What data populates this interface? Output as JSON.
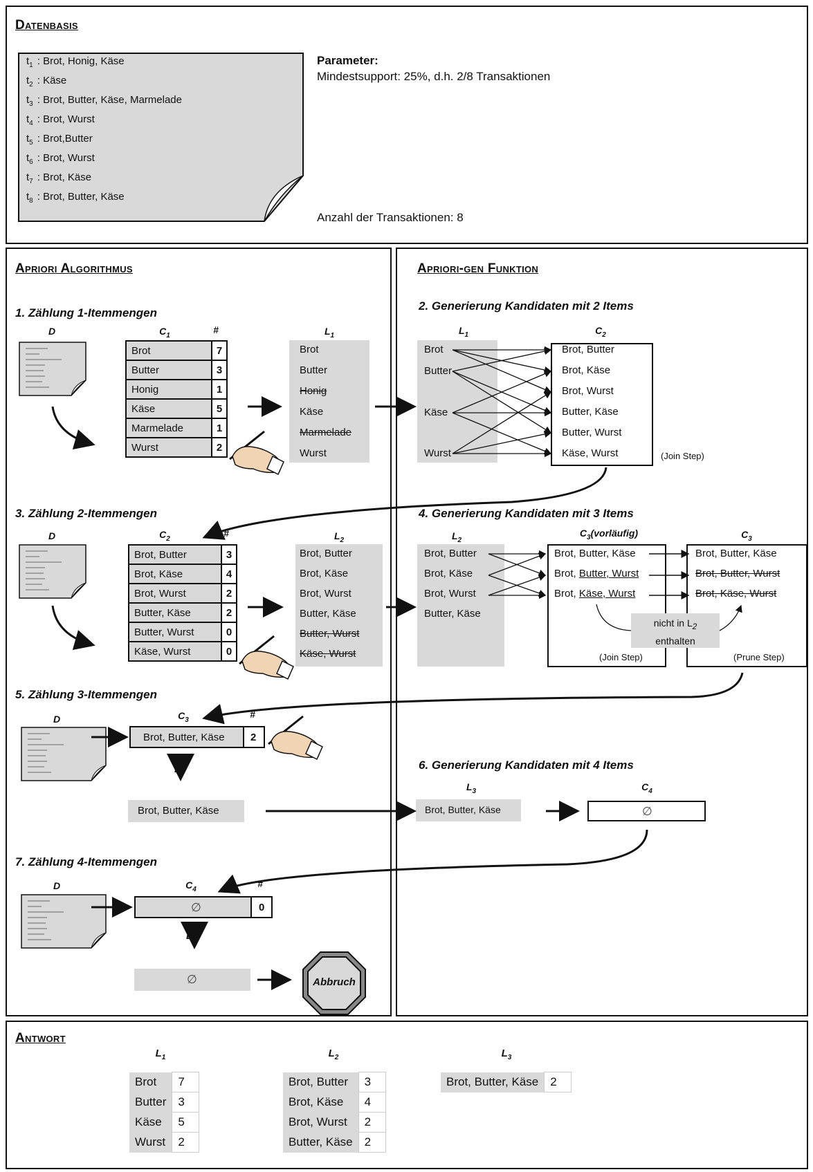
{
  "datenbasis": {
    "title": "Datenbasis",
    "transactions": [
      {
        "id": "t1",
        "items": ": Brot, Honig, Käse"
      },
      {
        "id": "t2",
        "items": ": Käse"
      },
      {
        "id": "t3",
        "items": ": Brot, Butter, Käse, Marmelade"
      },
      {
        "id": "t4",
        "items": ": Brot, Wurst"
      },
      {
        "id": "t5",
        "items": ": Brot,Butter"
      },
      {
        "id": "t6",
        "items": ": Brot, Wurst"
      },
      {
        "id": "t7",
        "items": ": Brot, Käse"
      },
      {
        "id": "t8",
        "items": ": Brot, Butter, Käse"
      }
    ],
    "parameter_label": "Parameter:",
    "min_support": "Mindestsupport: 25%, d.h. 2/8 Transaktionen",
    "count_text": "Anzahl der Transaktionen: 8"
  },
  "apriori": {
    "title": "Apriori Algorithmus",
    "step1": "1. Zählung 1-Itemmengen",
    "step3": "3. Zählung 2-Itemmengen",
    "step5": "5. Zählung 3-Itemmengen",
    "step7": "7. Zählung 4-Itemmengen",
    "D": "D",
    "hash": "#",
    "C1": [
      {
        "name": "Brot",
        "count": "7"
      },
      {
        "name": "Butter",
        "count": "3"
      },
      {
        "name": "Honig",
        "count": "1"
      },
      {
        "name": "Käse",
        "count": "5"
      },
      {
        "name": "Marmelade",
        "count": "1"
      },
      {
        "name": "Wurst",
        "count": "2"
      }
    ],
    "L1": [
      {
        "name": "Brot",
        "pruned": false
      },
      {
        "name": "Butter",
        "pruned": false
      },
      {
        "name": "Honig",
        "pruned": true
      },
      {
        "name": "Käse",
        "pruned": false
      },
      {
        "name": "Marmelade",
        "pruned": true
      },
      {
        "name": "Wurst",
        "pruned": false
      }
    ],
    "C2": [
      {
        "name": "Brot, Butter",
        "count": "3"
      },
      {
        "name": "Brot, Käse",
        "count": "4"
      },
      {
        "name": "Brot, Wurst",
        "count": "2"
      },
      {
        "name": "Butter, Käse",
        "count": "2"
      },
      {
        "name": "Butter, Wurst",
        "count": "0"
      },
      {
        "name": "Käse, Wurst",
        "count": "0"
      }
    ],
    "L2": [
      {
        "name": "Brot, Butter",
        "pruned": false
      },
      {
        "name": "Brot, Käse",
        "pruned": false
      },
      {
        "name": "Brot, Wurst",
        "pruned": false
      },
      {
        "name": "Butter, Käse",
        "pruned": false
      },
      {
        "name": "Butter, Wurst",
        "pruned": true
      },
      {
        "name": "Käse, Wurst",
        "pruned": true
      }
    ],
    "C3": {
      "name": "Brot, Butter, Käse",
      "count": "2"
    },
    "L3": "Brot, Butter, Käse",
    "C4": {
      "name": "∅",
      "count": "0"
    },
    "L4": "∅",
    "abort": "Abbruch"
  },
  "apriori_gen": {
    "title": "Apriori-gen Funktion",
    "step2": "2. Generierung Kandidaten mit 2 Items",
    "step4": "4. Generierung Kandidaten mit 3 Items",
    "step6": "6. Generierung Kandidaten mit 4 Items",
    "L1": [
      "Brot",
      "Butter",
      "Käse",
      "Wurst"
    ],
    "C2": [
      "Brot, Butter",
      "Brot, Käse",
      "Brot, Wurst",
      "Butter, Käse",
      "Butter, Wurst",
      "Käse, Wurst"
    ],
    "join_step": "(Join Step)",
    "prune_step": "(Prune Step)",
    "L2": [
      "Brot, Butter",
      "Brot, Käse",
      "Brot, Wurst",
      "Butter, Käse"
    ],
    "C3_prelim_label": "(vorläufig)",
    "C3_prelim": [
      {
        "a": "Brot, ",
        "b": "Butter, Käse"
      },
      {
        "a": "Brot, ",
        "b": "Butter, Wurst"
      },
      {
        "a": "Brot, ",
        "b": "Käse, Wurst"
      }
    ],
    "C3_final": [
      {
        "name": "Brot, Butter, Käse",
        "pruned": false
      },
      {
        "name": "Brot, Butter, Wurst",
        "pruned": true
      },
      {
        "name": "Brot, Käse, Wurst",
        "pruned": true
      }
    ],
    "note_line1": "nicht in L",
    "note_line2": "enthalten",
    "L3": "Brot, Butter, Käse",
    "C4": "∅"
  },
  "antwort": {
    "title": "Antwort",
    "L1": [
      {
        "name": "Brot",
        "count": "7"
      },
      {
        "name": "Butter",
        "count": "3"
      },
      {
        "name": "Käse",
        "count": "5"
      },
      {
        "name": "Wurst",
        "count": "2"
      }
    ],
    "L2": [
      {
        "name": "Brot, Butter",
        "count": "3"
      },
      {
        "name": "Brot, Käse",
        "count": "4"
      },
      {
        "name": "Brot, Wurst",
        "count": "2"
      },
      {
        "name": "Butter, Käse",
        "count": "2"
      }
    ],
    "L3": [
      {
        "name": "Brot, Butter, Käse",
        "count": "2"
      }
    ]
  },
  "labels": {
    "C": "C",
    "L": "L",
    "s1": "1",
    "s2": "2",
    "s3": "3",
    "s4": "4"
  }
}
